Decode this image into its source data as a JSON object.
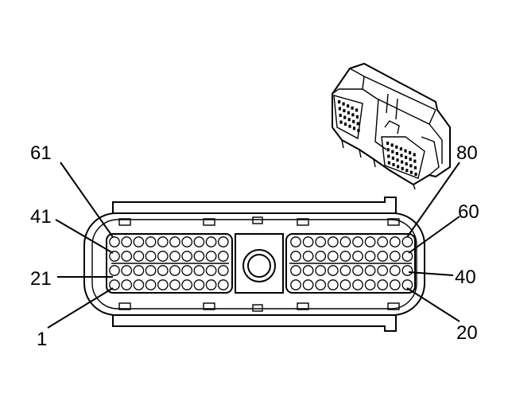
{
  "diagram": {
    "pin_labels": {
      "p61": "61",
      "p41": "41",
      "p21": "21",
      "p1": "1",
      "p80": "80",
      "p60": "60",
      "p40": "40",
      "p20": "20"
    },
    "pins_per_row_per_bank": 10,
    "rows": 4,
    "banks": 2
  },
  "colors": {
    "line": "#000000",
    "background": "#ffffff"
  }
}
